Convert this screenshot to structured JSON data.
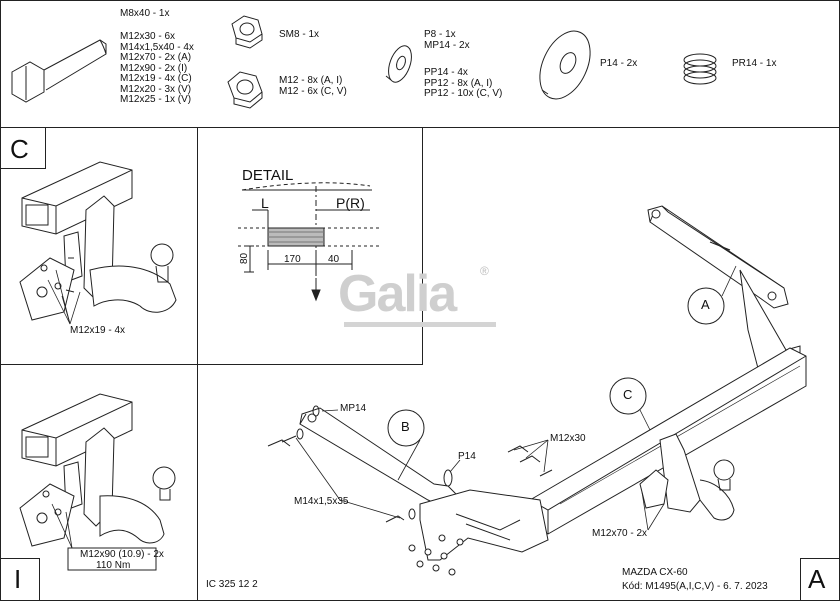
{
  "parts": {
    "m8x40": "M8x40 - 1x",
    "bolts": [
      "M12x30 - 6x",
      "M14x1,5x40 - 4x",
      "M12x70 - 2x (A)",
      "M12x90 - 2x (I)",
      "M12x19 - 4x (C)",
      "M12x20 - 3x (V)",
      "M12x25 - 1x (V)"
    ],
    "sm8": "SM8 - 1x",
    "m12nuts": [
      "M12 - 8x (A, I)",
      "M12 - 6x (C, V)"
    ],
    "washers": [
      "P8 - 1x",
      "MP14 - 2x"
    ],
    "pp": [
      "PP14 - 4x",
      "PP12 - 8x (A, I)",
      "PP12 - 10x (C, V)"
    ],
    "p14": "P14 - 2x",
    "pr14": "PR14 - 1x"
  },
  "panels": {
    "c_letter": "C",
    "i_letter": "I",
    "a_letter": "A",
    "c_callout": "M12x19 - 4x",
    "i_callout": [
      "M12x90 (10.9) - 2x",
      "110 Nm"
    ]
  },
  "detail": {
    "title": "DETAIL",
    "left": "L",
    "right": "P(R)",
    "dim_170": "170",
    "dim_40": "40",
    "dim_80": "80"
  },
  "watermark": {
    "brand": "Galia",
    "reg": "®"
  },
  "main": {
    "circle_a": "A",
    "circle_b": "B",
    "circle_c": "C",
    "mp14": "MP14",
    "p14": "P14",
    "m12x30": "M12x30",
    "m14": "M14x1,5x35",
    "m12x70": "M12x70 - 2x"
  },
  "footer": {
    "code": "IC 325 12 2",
    "model": "MAZDA CX-60",
    "kod": "Kód: M1495(A,I,C,V) - 6. 7. 2023"
  }
}
